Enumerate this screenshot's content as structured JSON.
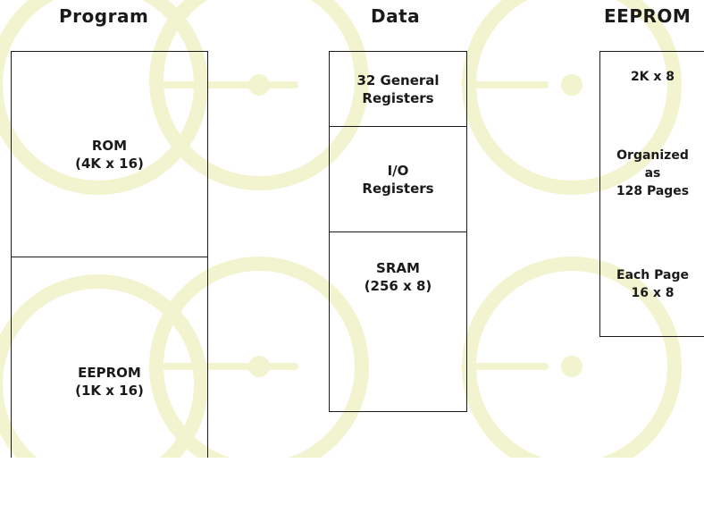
{
  "headings": {
    "program": "Program",
    "data": "Data",
    "eeprom": "EEPROM"
  },
  "program_memory": {
    "rom_line1": "ROM",
    "rom_line2": "(4K x 16)",
    "eeprom_line1": "EEPROM",
    "eeprom_line2": "(1K x 16)"
  },
  "data_memory": {
    "registers_line1": "32 General",
    "registers_line2": "Registers",
    "io_line1": "I/O",
    "io_line2": "Registers",
    "sram_line1": "SRAM",
    "sram_line2": "(256 x 8)"
  },
  "eeprom_memory": {
    "size": "2K x 8",
    "organized_line1": "Organized",
    "organized_line2": "as",
    "organized_line3": "128 Pages",
    "page_line1": "Each Page",
    "page_line2": "16 x 8"
  },
  "colors": {
    "watermark": "#f3f5d3",
    "line": "#1a1a1a"
  },
  "icons": [
    "clock-dial-watermark"
  ]
}
